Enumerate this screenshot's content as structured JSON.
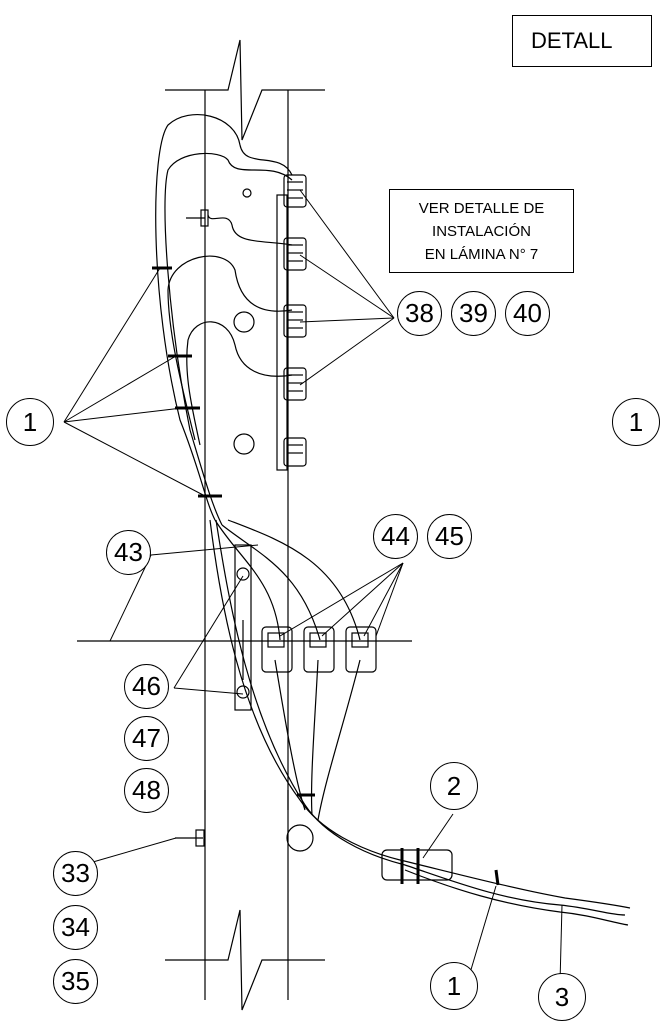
{
  "title": "DETALL",
  "note": {
    "line1": "VER DETALLE DE",
    "line2": "INSTALACIÓN",
    "line3": "EN LÁMINA N° 7"
  },
  "callouts": {
    "c1_left": "1",
    "c1_right": "1",
    "c1_bottom": "1",
    "c2": "2",
    "c3": "3",
    "c33": "33",
    "c34": "34",
    "c35": "35",
    "c38": "38",
    "c39": "39",
    "c40": "40",
    "c43": "43",
    "c44": "44",
    "c45": "45",
    "c46": "46",
    "c47": "47",
    "c48": "48"
  }
}
